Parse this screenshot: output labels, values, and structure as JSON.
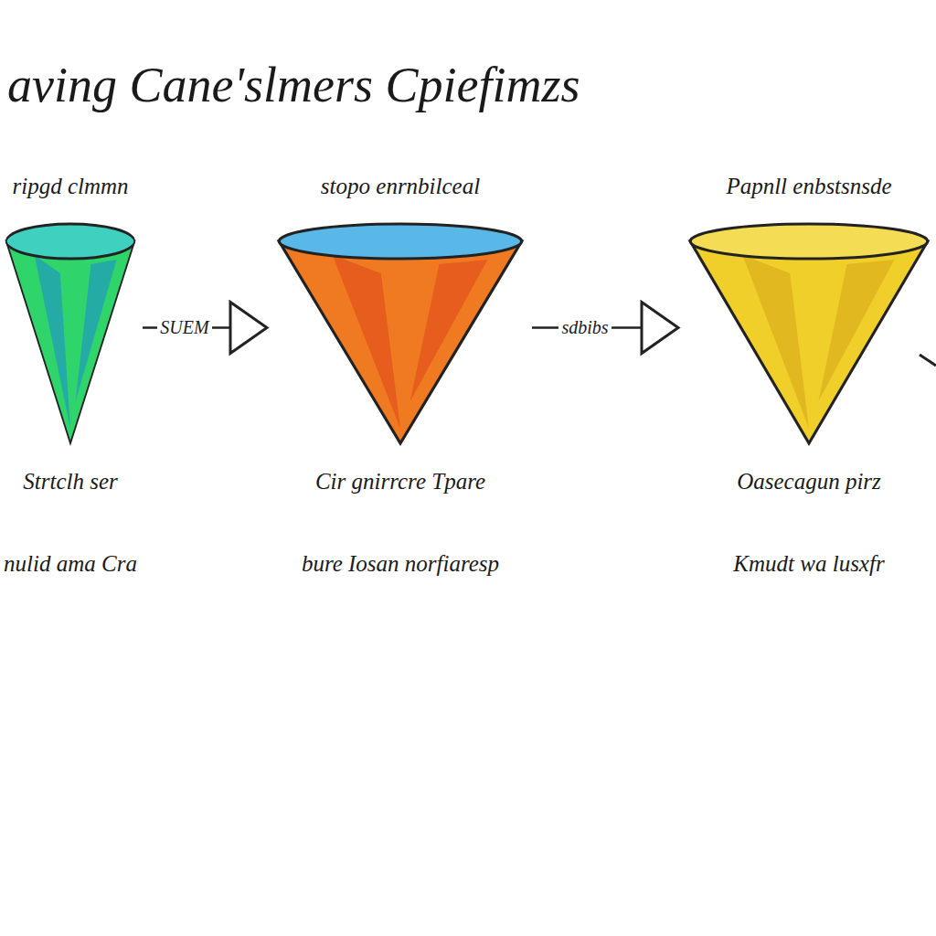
{
  "diagram": {
    "title": "aving Cane'slmers Cpiefimzs",
    "nodes": [
      {
        "text": [
          "ripgd clmmn",
          "Strtclh ser",
          "nulid ama Cra"
        ]
      },
      {
        "text": [
          "stopo enrnbilceal",
          "Cir gnirrcre Tpare",
          "bure Iosan norfiaresp"
        ]
      },
      {
        "text": [
          "Papnll enbstsnsde",
          "Oasecagun pirz",
          "Kmudt wa lusxfr"
        ]
      }
    ],
    "edges": [
      {
        "from": 0,
        "to": 1,
        "label": "SUEM",
        "arrow": "to"
      },
      {
        "from": 1,
        "to": 2,
        "label": "sdbibs",
        "arrow": "to"
      }
    ]
  }
}
